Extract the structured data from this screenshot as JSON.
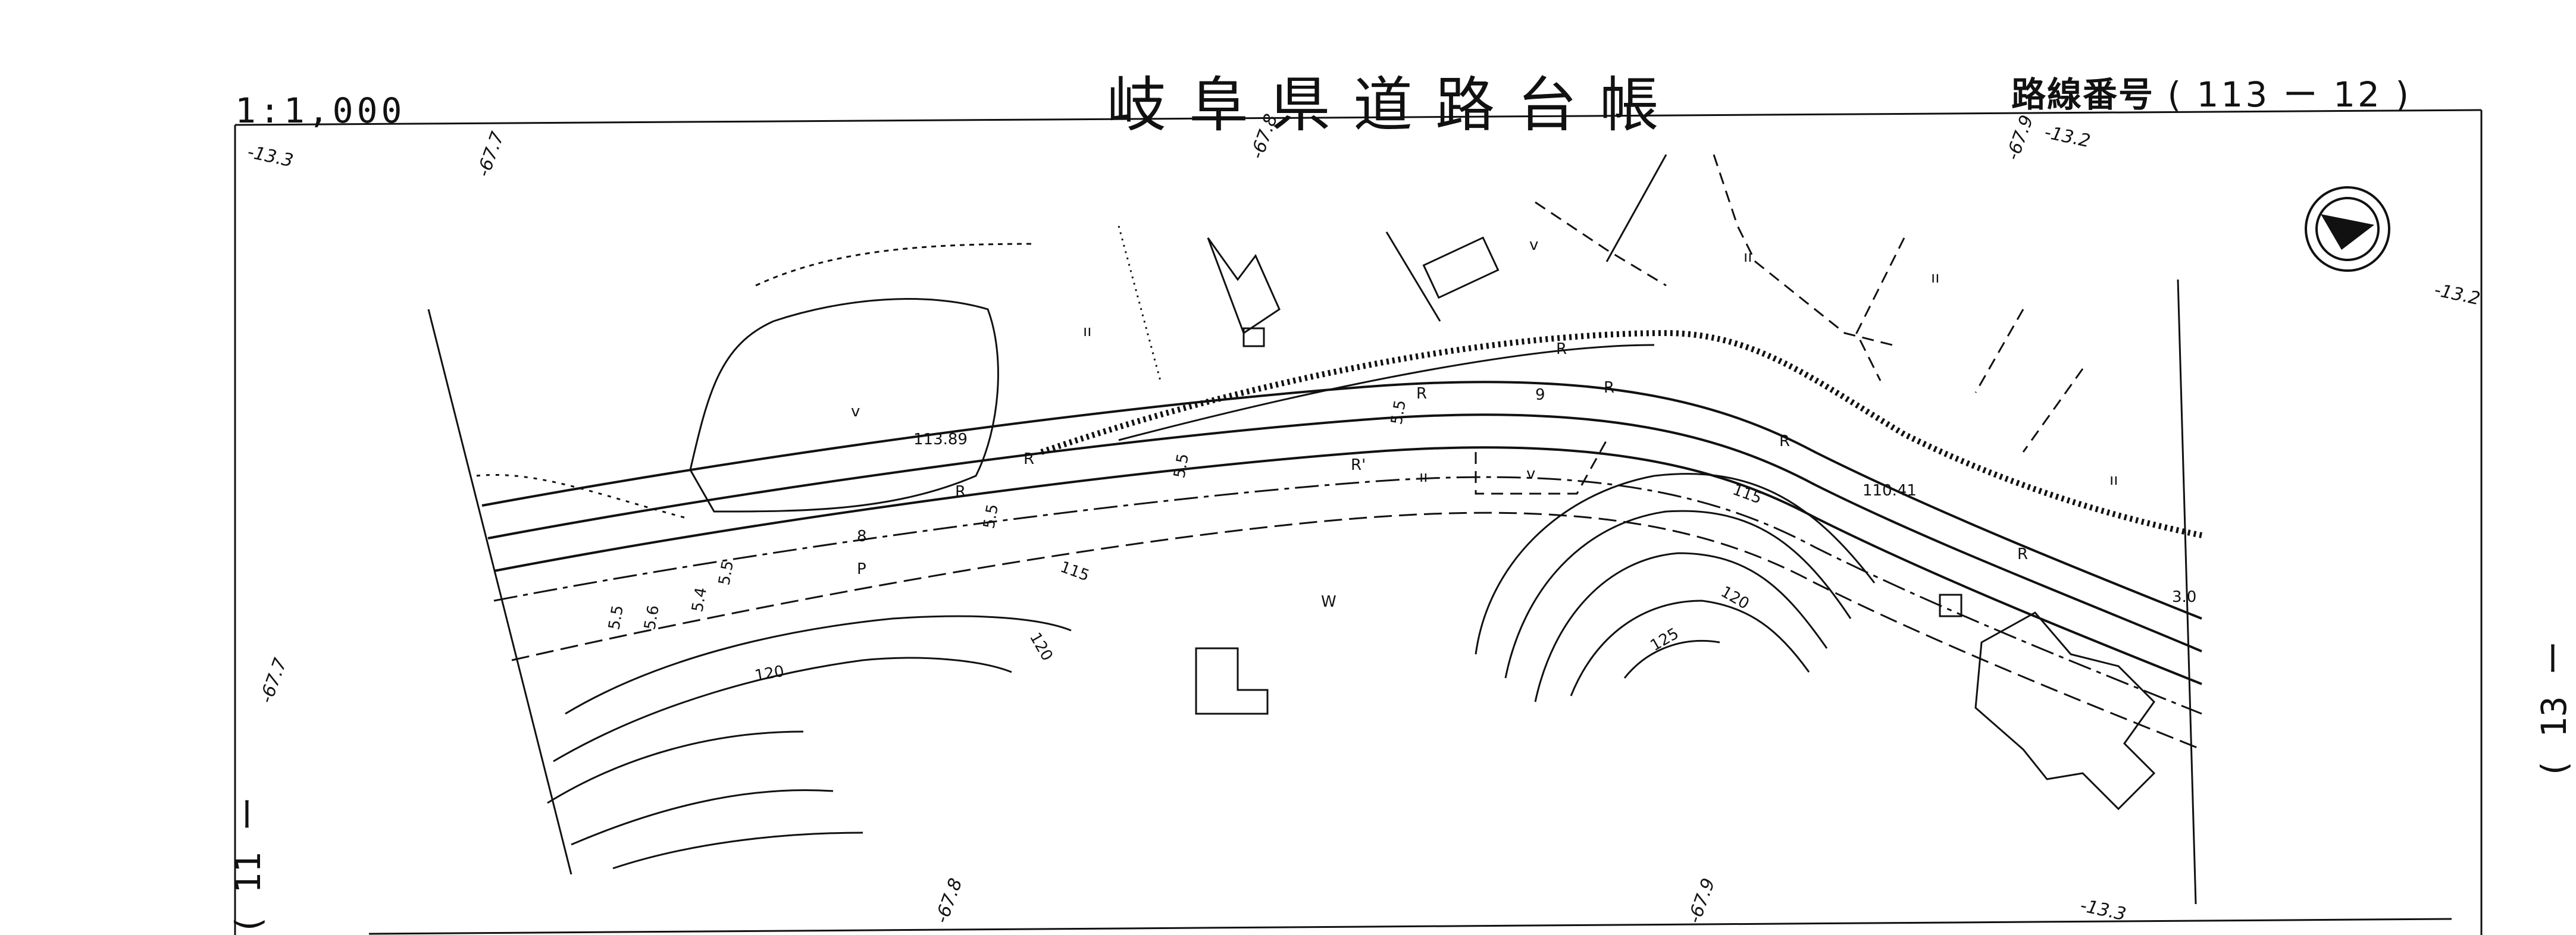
{
  "header": {
    "title": "岐阜県道路台帳",
    "scale": "1:1,000",
    "route_label": "路線番号",
    "route_value": "( 113 ー 12 )"
  },
  "sheet_links": {
    "left": "( 11 ー",
    "right": "( 13 ー"
  },
  "grid_labels": {
    "top": [
      "-13.3",
      "-67.7",
      "-67.8",
      "-67.9",
      "-13.2"
    ],
    "right": "-13.2",
    "left": "-67.7",
    "bottom": [
      "-67.8",
      "-67.9",
      "-13.3"
    ]
  },
  "map_labels": {
    "elevations": [
      "113.89",
      "110.41"
    ],
    "contours": [
      "115",
      "120",
      "120",
      "115",
      "120",
      "125"
    ],
    "road_marks": [
      "R",
      "R",
      "R",
      "R",
      "R",
      "R",
      "R",
      "P",
      "R'"
    ],
    "stations": [
      "8",
      "9"
    ],
    "widths": [
      "5.5",
      "5.5",
      "5.5",
      "5.5",
      "5.6",
      "5.4",
      "5.5",
      "3.0"
    ],
    "land_use": [
      "W",
      "v",
      "v",
      "v",
      "ıı",
      "ıı",
      "ıı",
      "ıı",
      "ıı"
    ]
  },
  "compass": {
    "icon": "north-arrow-icon"
  }
}
